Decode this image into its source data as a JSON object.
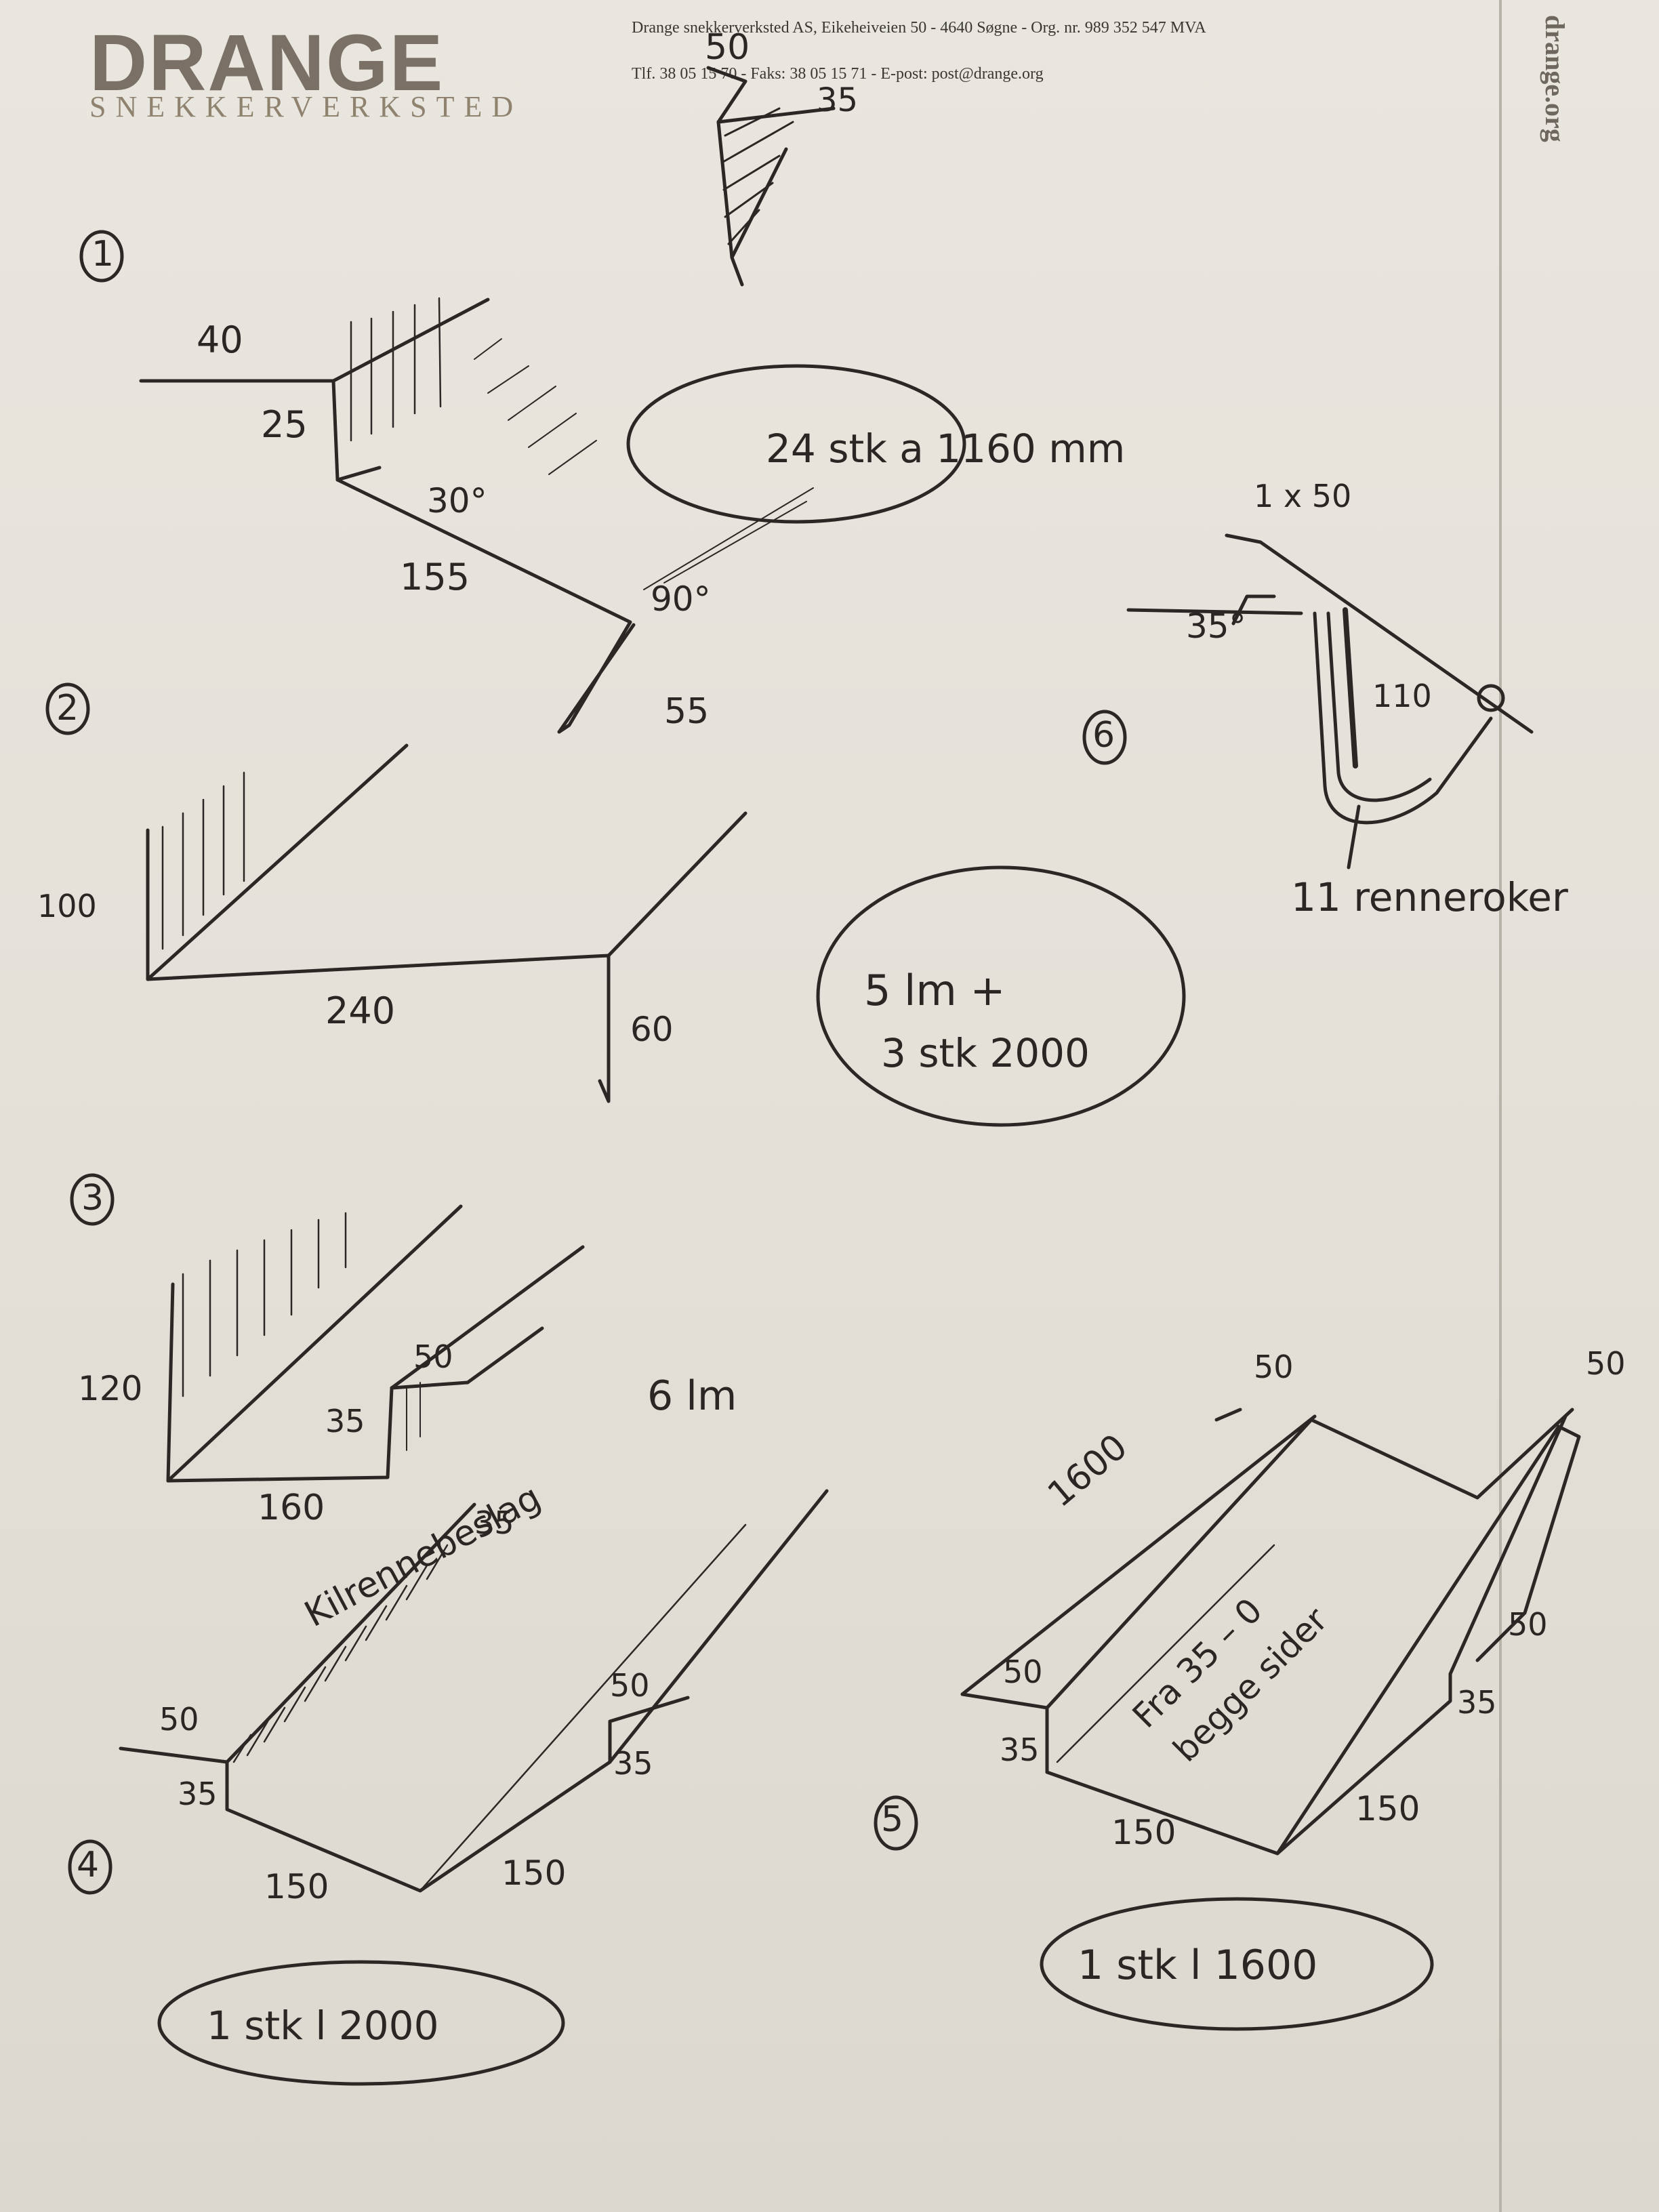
{
  "letterhead": {
    "brand": "DRANGE",
    "brand_sub": "SNEKKERVERKSTED",
    "address_line": "Drange snekkerverksted AS, Eikeheiveien 50 - 4640 Søgne - Org. nr. 989 352 547 MVA",
    "contact_line": "Tlf. 38 05 15 70 - Faks: 38 05 15 71 - E-post: post@drange.org",
    "side_url": "drange.org"
  },
  "top_sketch": {
    "labels": [
      "50",
      "35"
    ]
  },
  "item1": {
    "number": "1",
    "dims": [
      "40",
      "25",
      "30°",
      "155",
      "90°",
      "55"
    ],
    "note": "24 stk a 1160 mm"
  },
  "item2": {
    "number": "2",
    "dims": [
      "100",
      "240",
      "60"
    ],
    "note_line1": "5 lm +",
    "note_line2": "3 stk 2000"
  },
  "item3": {
    "number": "3",
    "dims": [
      "120",
      "50",
      "35",
      "160"
    ],
    "note": "6 lm"
  },
  "item4": {
    "number": "4",
    "label": "Kilrennebeslag",
    "dims": [
      "35",
      "50",
      "35",
      "150",
      "150",
      "50",
      "35"
    ],
    "note": "1 stk l 2000"
  },
  "item5": {
    "number": "5",
    "dims": [
      "50",
      "1600",
      "50",
      "35",
      "150",
      "150",
      "50",
      "35",
      "50"
    ],
    "label_line1": "Fra 35 – 0",
    "label_line2": "begge sider",
    "note": "1 stk l 1600"
  },
  "item6": {
    "number": "6",
    "dims": [
      "1 x 50",
      "35°",
      "110"
    ],
    "note": "11 renneroker"
  }
}
